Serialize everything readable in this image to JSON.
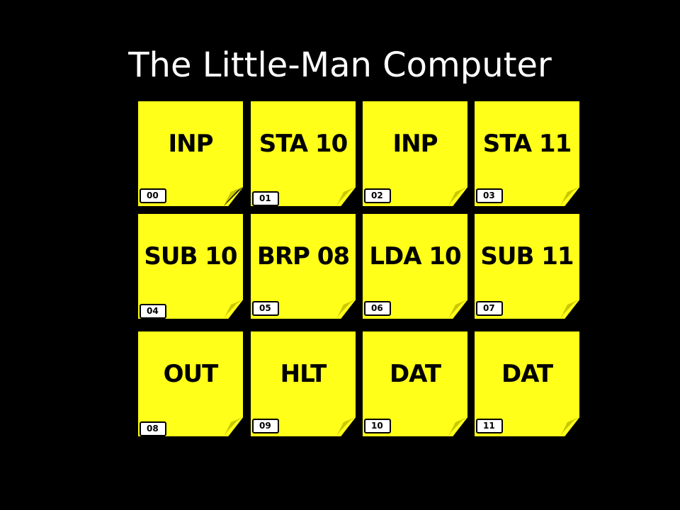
{
  "title": "The Little-Man Computer",
  "colors": {
    "background": "#000000",
    "note": "#ffff1a",
    "title_text": "#ffffff"
  },
  "mailboxes": [
    {
      "address": "00",
      "instruction": "INP"
    },
    {
      "address": "01",
      "instruction": "STA 10"
    },
    {
      "address": "02",
      "instruction": "INP"
    },
    {
      "address": "03",
      "instruction": "STA 11"
    },
    {
      "address": "04",
      "instruction": "SUB 10"
    },
    {
      "address": "05",
      "instruction": "BRP 08"
    },
    {
      "address": "06",
      "instruction": "LDA 10"
    },
    {
      "address": "07",
      "instruction": "SUB 11"
    },
    {
      "address": "08",
      "instruction": "OUT"
    },
    {
      "address": "09",
      "instruction": "HLT"
    },
    {
      "address": "10",
      "instruction": "DAT"
    },
    {
      "address": "11",
      "instruction": "DAT"
    }
  ]
}
